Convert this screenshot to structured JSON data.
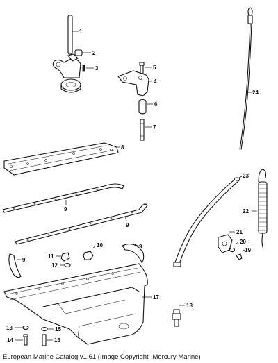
{
  "caption": "European Marine Catalog v1.61 (Image Copyright- Mercury Marine)",
  "callouts": {
    "c1": "1",
    "c2": "2",
    "c3": "3",
    "c5": "5",
    "c4": "4",
    "c6": "6",
    "c7": "7",
    "c8": "8",
    "c9a": "9",
    "c9b": "9",
    "c9c": "9",
    "c9d": "9",
    "c10": "10",
    "c11": "11",
    "c12": "12",
    "c13": "13",
    "c14": "14",
    "c15": "15",
    "c16": "16",
    "c17": "17",
    "c18": "18",
    "c19": "19",
    "c20": "20",
    "c21": "21",
    "c22": "22",
    "c23": "23",
    "c24": "24"
  }
}
